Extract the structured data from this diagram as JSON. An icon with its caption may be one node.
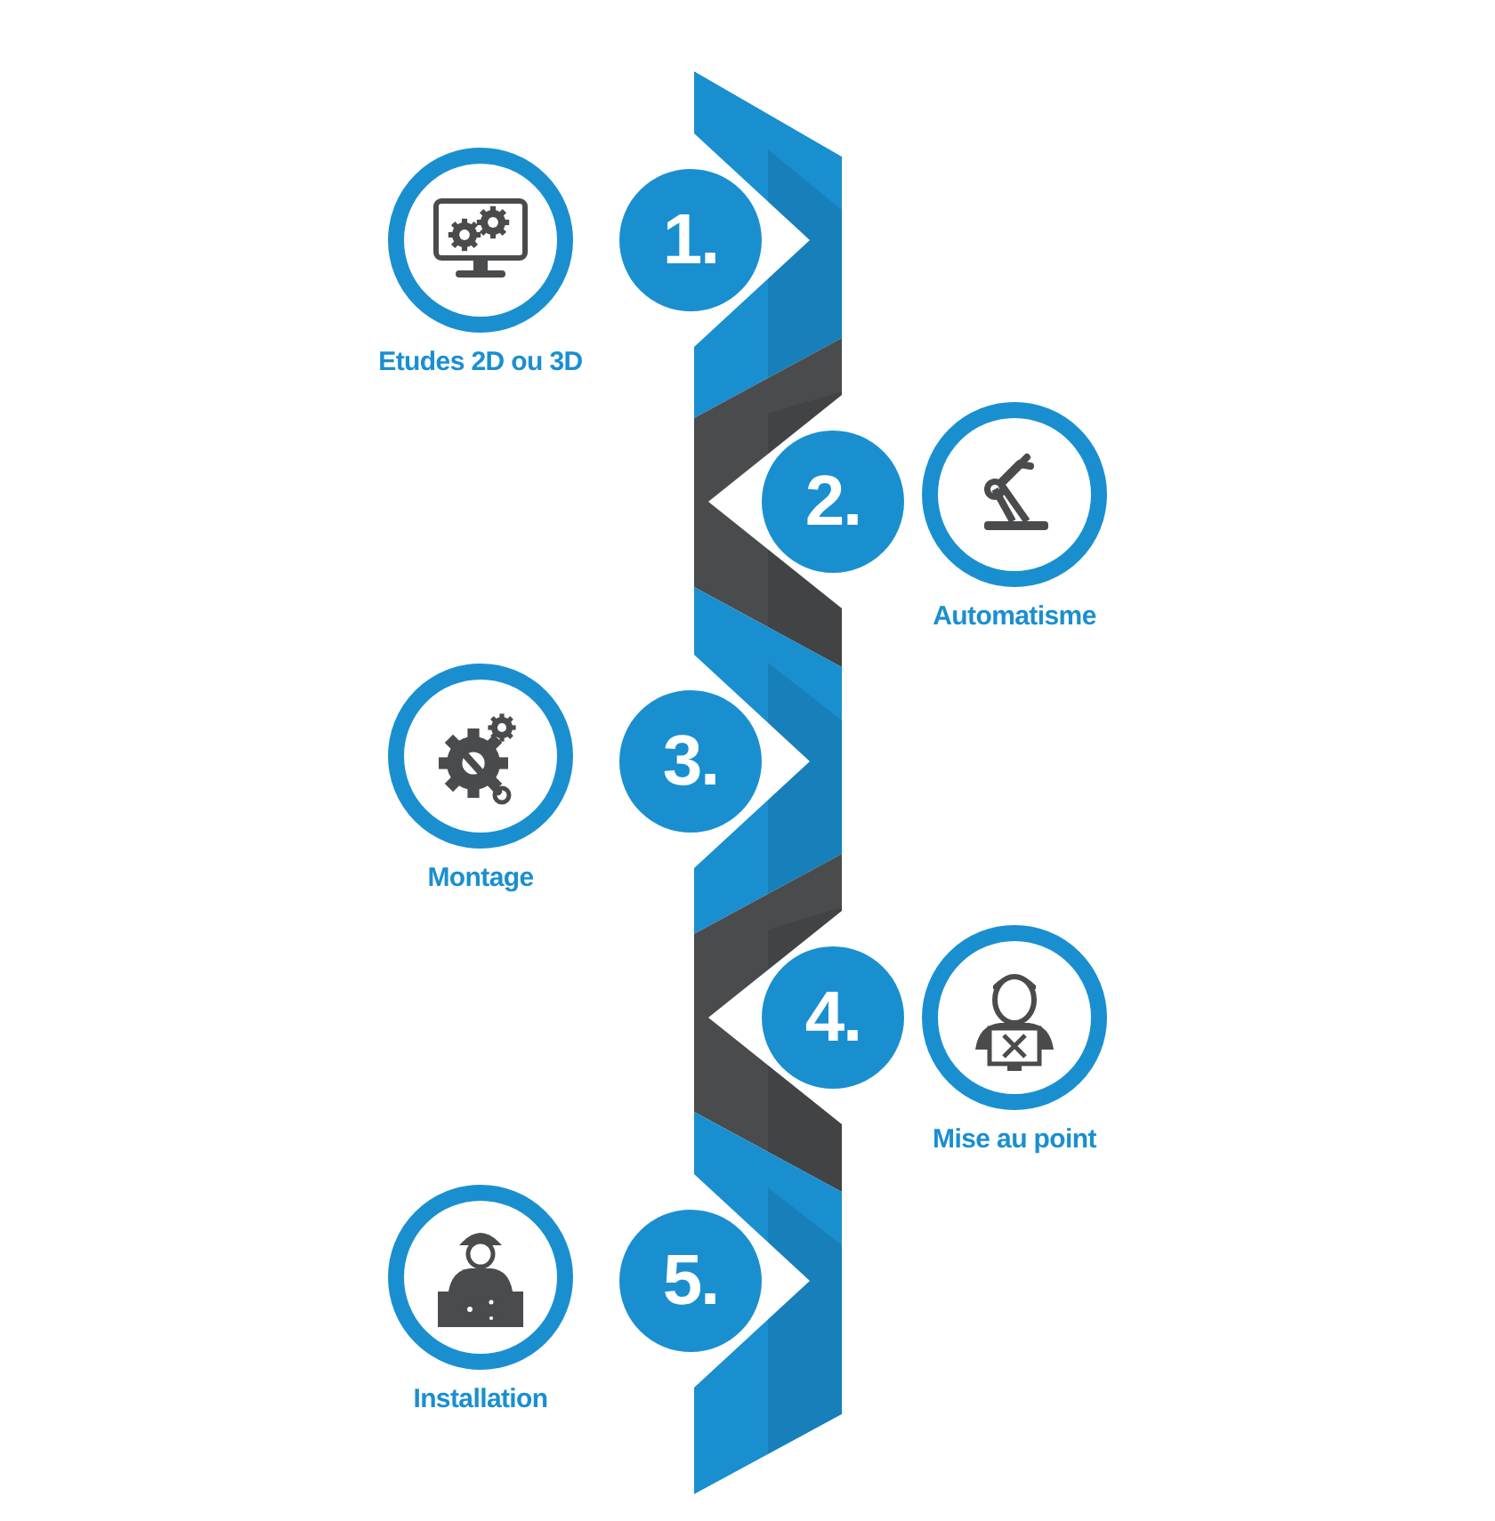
{
  "diagram": {
    "nodes": [
      {
        "text": [
          "Etudes 2D ou 3D"
        ]
      },
      {
        "text": [
          "1."
        ]
      },
      {
        "text": [
          "2."
        ]
      },
      {
        "text": [
          "Automatisme"
        ]
      },
      {
        "text": [
          "Montage"
        ]
      },
      {
        "text": [
          "3."
        ]
      },
      {
        "text": [
          "4."
        ]
      },
      {
        "text": [
          "Mise au point"
        ]
      },
      {
        "text": [
          "Installation"
        ]
      },
      {
        "text": [
          "5."
        ]
      }
    ]
  }
}
